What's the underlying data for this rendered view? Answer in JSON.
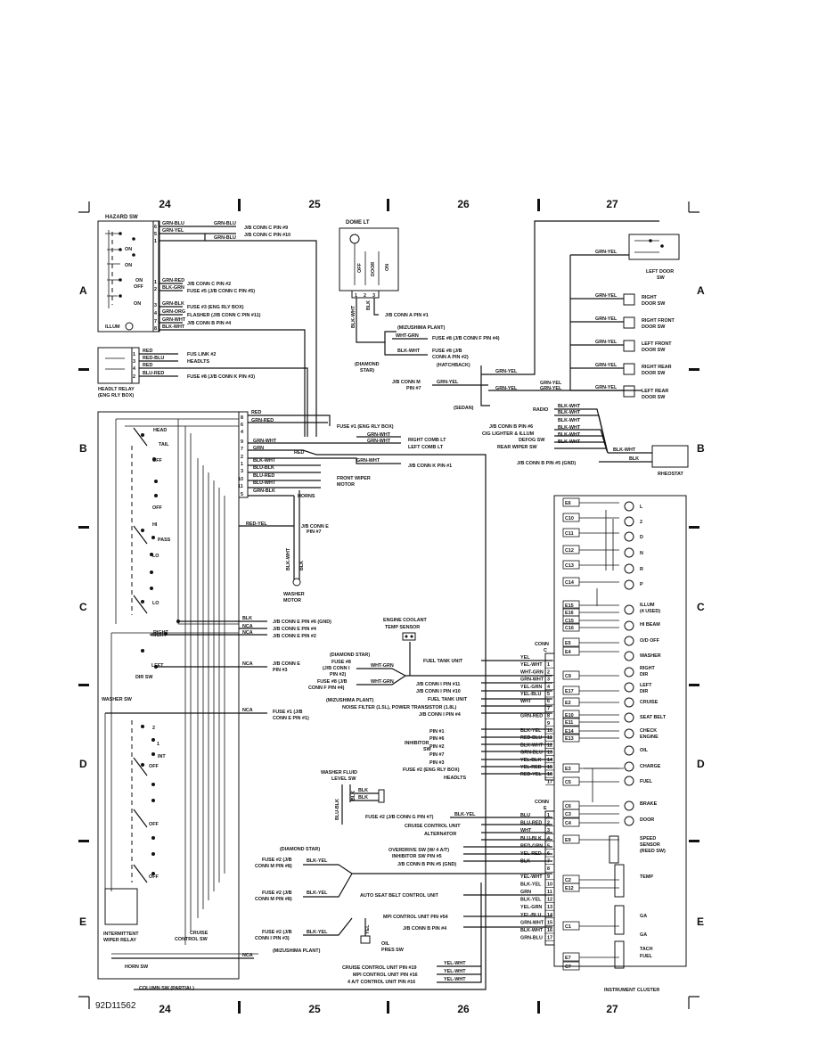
{
  "grid": {
    "columns": [
      "24",
      "25",
      "26",
      "27"
    ],
    "rows": [
      "A",
      "B",
      "C",
      "D",
      "E"
    ]
  },
  "figure_id": "92D11562",
  "hazard": {
    "title": "HAZARD SW",
    "pos_on1": "ON",
    "pos_on2": "ON",
    "pos_on3": "ON",
    "pos_off": "OFF",
    "pos_on4": "ON",
    "illum": "ILLUM",
    "pin_labels": [
      "6",
      "5",
      "1",
      "1",
      "2",
      "3",
      "4",
      "7",
      "8"
    ],
    "w_grn_blu": "GRN-BLU",
    "w_grn_yel": "GRN-YEL",
    "w_grn_red": "GRN-RED",
    "w_blk_grn": "BLK-GRN",
    "w_grn_blk": "GRN-BLK",
    "w_grn_org": "GRN-ORG",
    "w_grn_wht": "GRN-WHT",
    "w_blk_wht": "BLK-WHT",
    "w_top_blu": "GRN-BLU",
    "w_top_blu2": "GRN-BLU",
    "d_jb_c9": "J/B CONN C PIN #9",
    "d_jb_c10": "J/B CONN C PIN #10",
    "d_jb_c2": "J/B CONN C PIN #2",
    "d_fuse5": "FUSE #5 (J/B CONN C PIN #5)",
    "d_fuse3": "FUSE #3 (ENG RLY BOX)",
    "d_flasher": "FLASHER (J/B CONN C PIN #11)",
    "d_jb_b4": "J/B CONN B PIN #4"
  },
  "headlt_relay": {
    "title": "HEADLT RELAY",
    "subtitle": "(ENG RLY BOX)",
    "pins": [
      "1",
      "3",
      "4",
      "2"
    ],
    "w_red": "RED",
    "w_red_blu": "RED-BLU",
    "w_red2": "RED",
    "w_blu_red": "BLU-RED",
    "d_fus_link": "FUS LINK #2",
    "d_headlts": "HEADLTS",
    "d_fuse8": "FUSE #8 (J/B CONN K PIN #3)"
  },
  "dome": {
    "title": "DOME LT",
    "pos_off": "OFF",
    "pos_door": "DOOR",
    "pos_on": "ON",
    "pins": [
      "1",
      "2",
      "3"
    ],
    "w_blk": "BLK",
    "w_blk_wht": "BLK-WHT",
    "d_jb_a1": "J/B CONN A PIN #1",
    "mizushima": "(MIZUSHIMA PLANT)",
    "w_wht_grn": "WHT-GRN",
    "d_fuse8f": "FUSE #8 (J/B CONN F PIN #4)",
    "w_blk_wht2": "BLK-WHT",
    "d_fuse8a": "FUSE #8 (J/B",
    "d_fuse8a2": "CONN A PIN #2)",
    "diamond_star": "(DIAMOND",
    "diamond_star2": "STAR)",
    "hatchback": "(HATCHBACK)",
    "sedan": "(SEDAN)",
    "d_jb_m7": "J/B CONN M",
    "d_jb_m7b": "PIN #7",
    "w_grn_yel": "GRN-YEL",
    "w_grn_yel2": "GRN-YEL",
    "w_grn_yel3": "GRN-YEL",
    "w_grn_yel4": "GRN-YEL",
    "w_grn_yel5": "GRN-YEL"
  },
  "doors": {
    "left_door": "LEFT DOOR",
    "left_door2": "SW",
    "w_grn_yel": "GRN-YEL",
    "items": [
      {
        "wire": "GRN-YEL",
        "l1": "RIGHT",
        "l2": "DOOR SW"
      },
      {
        "wire": "GRN-YEL",
        "l1": "RIGHT FRONT",
        "l2": "DOOR SW"
      },
      {
        "wire": "GRN-YEL",
        "l1": "LEFT FRONT",
        "l2": "DOOR SW"
      },
      {
        "wire": "GRN-YEL",
        "l1": "RIGHT REAR",
        "l2": "DOOR SW"
      },
      {
        "wire": "GRN-YEL",
        "l1": "LEFT REAR",
        "l2": "DOOR SW"
      }
    ]
  },
  "rheostat": {
    "title": "RHEOSTAT",
    "feeds": [
      {
        "label": "RADIO",
        "wire": "BLK-WHT"
      },
      {
        "label": "",
        "wire": "BLK-WHT"
      },
      {
        "label": "J/B CONN B PIN #6",
        "wire": "BLK-WHT"
      },
      {
        "label": "CIG LIGHTER & ILLUM",
        "wire": "BLK-WHT"
      },
      {
        "label": "DEFOG SW",
        "wire": "BLK-WHT"
      },
      {
        "label": "REAR WIPER SW",
        "wire": "BLK-WHT"
      }
    ],
    "w_out": "BLK-WHT",
    "w_blk": "BLK",
    "d_gnd": "J/B CONN B PIN #5 (GND)"
  },
  "column_sw": {
    "title": "COLUMN SW (PARTIAL)",
    "head": "HEAD",
    "tail": "TAIL",
    "off": "OFF",
    "off2": "OFF",
    "hi": "HI",
    "pass": "PASS",
    "lo": "LO",
    "lo2": "LO",
    "left": "LEFT",
    "right": "RIGHT",
    "dir_sw": "DIR SW",
    "washer_sw": "WASHER SW",
    "p2": "2",
    "p1": "1",
    "int": "INT",
    "off3": "OFF",
    "off4": "OFF",
    "off5": "OFF",
    "intermittent": "INTERMITTENT",
    "wiper_relay": "WIPER RELAY",
    "cruise": "CRUISE",
    "control_sw": "CONTROL SW",
    "horn_sw": "HORN SW",
    "pins": [
      "8",
      "6",
      "4",
      "9",
      "7",
      "2",
      "1",
      "3",
      "10",
      "11",
      "5"
    ],
    "w_red": "RED",
    "w_grn_red": "GRN-RED",
    "w_grn_wht": "GRN-WHT",
    "w_grn": "GRN",
    "w_blk_wht": "BLK-WHT",
    "w_blu_blk": "BLU-BLK",
    "w_blu_red": "BLU-RED",
    "w_blu_wht": "BLU-WHT",
    "w_grn_blk": "GRN-BLK",
    "w_red2": "RED",
    "w_grn_wht2": "GRN-WHT",
    "w_grn_wht3": "GRN-WHT",
    "d_fuse1": "FUSE #1 (ENG RLY BOX)",
    "d_right_comb": "RIGHT COMB LT",
    "d_left_comb": "LEFT COMB LT",
    "d_jb_k1": "J/B CONN K PIN #1",
    "d_front_wiper": "FRONT WIPER",
    "d_motor": "MOTOR",
    "d_horns": "HORNS",
    "w_red_yel": "RED-YEL",
    "d_jb_e7": "J/B CONN E",
    "d_jb_e7b": "PIN #7",
    "w_blk_wht_v": "BLK-WHT",
    "w_blk_v": "BLK",
    "washer_motor": "WASHER",
    "washer_motor2": "MOTOR",
    "w_blk2": "BLK",
    "w_nca1": "NCA",
    "w_nca2": "NCA",
    "w_right": "RIGHT",
    "d_e6": "J/B CONN E PIN #6 (GND)",
    "d_e4": "J/B CONN E PIN #4",
    "d_e2": "J/B CONN E PIN #2",
    "w_nca3": "NCA",
    "d_e3": "J/B CONN E",
    "d_e3b": "PIN #3",
    "w_nca4": "NCA",
    "d_fuse1e": "FUSE #1 (J/B",
    "d_fuse1e2": "CONN E PIN #1)",
    "w_nca5": "NCA"
  },
  "engine_coolant": {
    "t1": "ENGINE COOLANT",
    "t2": "TEMP SENSOR"
  },
  "lower_left": {
    "diamond_star": "(DIAMOND STAR)",
    "fuse8": "FUSE #8",
    "fuse8b": "(J/B CONN I",
    "fuse8c": "PIN #2)",
    "w_wht_grn": "WHT-GRN",
    "fuse8d": "FUSE #8 (J/B",
    "fuse8e": "CONN F PIN #4)",
    "w_wht_grn2": "WHT-GRN",
    "mizushima": "(MIZUSHIMA PLANT)",
    "d_fuel_tank": "FUEL TANK UNIT",
    "washer_fluid": "WASHER FLUID",
    "level_sw": "LEVEL SW",
    "w_blu_blk": "BLU-BLK",
    "w_blk_v": "BLK",
    "w_blk3": "BLK",
    "w_blk4": "BLK",
    "d_fuse2g": "FUSE #2 (J/B CONN G PIN #7)",
    "w_blk_yel": "BLK-YEL",
    "d_cruise_unit": "CRUISE CONTROL UNIT",
    "d_alternator": "ALTERNATOR",
    "diamond_star2": "(DIAMOND STAR)",
    "d_fuse2m": "FUSE #2 (J/B",
    "d_fuse2m2": "CONN M PIN #8)",
    "w_blk_yel2": "BLK-YEL",
    "d_fuse2m3": "FUSE #2 (J/B",
    "d_fuse2m4": "CONN M PIN #8)",
    "w_blk_yel3": "BLK-YEL",
    "d_fuse2i": "FUSE #2 (J/B",
    "d_fuse2i2": "CONN I PIN #3)",
    "w_blk_yel4": "BLK-YEL",
    "mizushima2": "(MIZUSHIMA PLANT)",
    "d_overdrive": "OVERDRIVE SW (W/ 4 A/T)",
    "d_inhibitor": "INHIBITOR SW PIN #5",
    "d_jb_b5": "J/B CONN B PIN #5 (GND)",
    "d_auto_seat": "AUTO SEAT BELT CONTROL UNIT",
    "d_mpi54": "MPI CONTROL UNIT PIN #54",
    "d_jb_b4": "J/B CONN B PIN #4",
    "w_yel": "YEL",
    "oil_press": "OIL",
    "oil_press2": "PRES SW",
    "d_cruise19": "CRUISE CONTROL UNIT PIN #19",
    "d_mpi16": "MPI CONTROL UNIT PIN #16",
    "d_at16": "4 A/T CONTROL UNIT PIN #16",
    "w_yel_wht1": "YEL-WHT",
    "w_yel_wht2": "YEL-WHT",
    "w_yel_wht3": "YEL-WHT",
    "d_jb_i11": "J/B CONN I PIN #11",
    "d_jb_i10": "J/B CONN I PIN #10",
    "d_fuel_tank2": "FUEL TANK UNIT",
    "d_noise": "NOISE FILTER (1.5L), POWER TRANSISTOR (1.8L)",
    "d_jb_i4": "J/B CONN I PIN #4",
    "inhib": "INHIBITOR",
    "inhib2": "SW",
    "inhib_pins": [
      "PIN #1",
      "PIN #6",
      "PIN #2",
      "PIN #7",
      "PIN #3"
    ],
    "d_fuse2eng": "FUSE #2 (ENG RLY BOX)",
    "d_headlts": "HEADLTS"
  },
  "conn_c": {
    "title": "CONN",
    "title2": "C",
    "rows": [
      {
        "wire": "YEL",
        "pin": ""
      },
      {
        "wire": "YEL-WHT",
        "pin": "1"
      },
      {
        "wire": "WHT-GRN",
        "pin": "2"
      },
      {
        "wire": "GRN-WHT",
        "pin": "3"
      },
      {
        "wire": "YEL-GRN",
        "pin": "4"
      },
      {
        "wire": "YEL-BLU",
        "pin": "5"
      },
      {
        "wire": "WHT",
        "pin": "6"
      },
      {
        "wire": "",
        "pin": "7"
      },
      {
        "wire": "GRN-RED",
        "pin": "8"
      },
      {
        "wire": "",
        "pin": "9"
      },
      {
        "wire": "BLK-YEL",
        "pin": "10"
      },
      {
        "wire": "RED-BLU",
        "pin": "11"
      },
      {
        "wire": "BLK-WHT",
        "pin": "12"
      },
      {
        "wire": "GRN-BLU",
        "pin": "13"
      },
      {
        "wire": "YEL-BLK",
        "pin": "14"
      },
      {
        "wire": "YEL-RED",
        "pin": "15"
      },
      {
        "wire": "RED-YEL",
        "pin": "16"
      },
      {
        "wire": "",
        "pin": "17"
      }
    ]
  },
  "conn_e": {
    "title": "CONN",
    "title2": "E",
    "rows": [
      {
        "wire": "BLU",
        "pin": "1"
      },
      {
        "wire": "BLU-RED",
        "pin": "2"
      },
      {
        "wire": "WHT",
        "pin": "3"
      },
      {
        "wire": "BLU-BLK",
        "pin": "4"
      },
      {
        "wire": "RED-GRN",
        "pin": "5"
      },
      {
        "wire": "YEL-RED",
        "pin": "6"
      },
      {
        "wire": "BLK",
        "pin": "7"
      },
      {
        "wire": "",
        "pin": "8"
      },
      {
        "wire": "YEL-WHT",
        "pin": "9"
      },
      {
        "wire": "BLK-YEL",
        "pin": "10"
      },
      {
        "wire": "GRN",
        "pin": "11"
      },
      {
        "wire": "BLK-YEL",
        "pin": "12"
      },
      {
        "wire": "YEL-GRN",
        "pin": "13"
      },
      {
        "wire": "YEL-BLU",
        "pin": "14"
      },
      {
        "wire": "GRN-WHT",
        "pin": "15"
      },
      {
        "wire": "BLK-WHT",
        "pin": "16"
      },
      {
        "wire": "GRN-BLU",
        "pin": "17"
      }
    ]
  },
  "cluster": {
    "title": "INSTRUMENT CLUSTER",
    "pins_top": [
      "E6",
      "C10",
      "C11",
      "C12",
      "C13",
      "C14",
      "E15",
      "E16",
      "C15",
      "C16",
      "E5",
      "E4",
      "C9",
      "E17",
      "E2",
      "E10",
      "E11",
      "E14",
      "E13",
      "E3",
      "C5",
      "C6",
      "C3",
      "C4",
      "E9",
      "C2",
      "E12",
      "C1",
      "E7",
      "C7"
    ],
    "indicators": [
      "L",
      "2",
      "D",
      "N",
      "R",
      "P",
      "ILLUM",
      "(4 USED)",
      "HI BEAM",
      "O/D OFF",
      "WASHER",
      "RIGHT",
      "DIR",
      "LEFT",
      "DIR",
      "CRUISE",
      "SEAT BELT",
      "CHECK",
      "ENGINE",
      "OIL",
      "CHARGE",
      "FUEL",
      "BRAKE",
      "DOOR",
      "SPEED",
      "SENSOR",
      "(REED SW)",
      "TEMP",
      "GA",
      "FUEL",
      "GA",
      "TACH"
    ]
  }
}
